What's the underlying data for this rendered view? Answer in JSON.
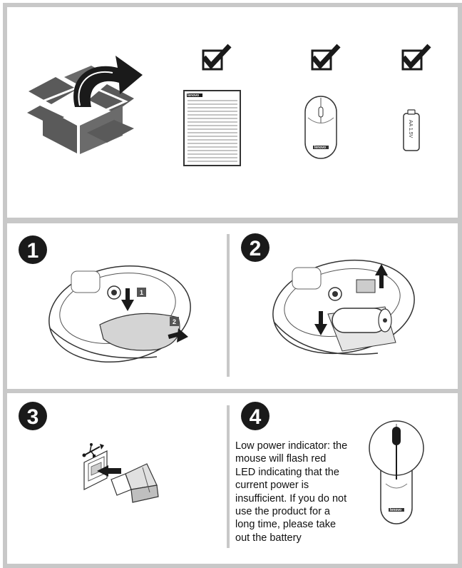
{
  "contents": {
    "items": [
      {
        "name": "manual"
      },
      {
        "name": "mouse",
        "brand": "lenovo"
      },
      {
        "name": "battery",
        "label": "AA 1.5V"
      }
    ],
    "manual_header": "lenovo"
  },
  "steps": [
    {
      "number": "1",
      "callouts": [
        "1",
        "2"
      ]
    },
    {
      "number": "2"
    },
    {
      "number": "3"
    },
    {
      "number": "4",
      "text": "Low power indicator: the\nmouse will flash red\nLED indicating that the\ncurrent power is\ninsufficient. If you do not\nuse the product for a\nlong time, please take\nout the battery",
      "brand": "lenovo"
    }
  ],
  "icons": [
    "open-box-icon",
    "checkmark-icon",
    "usb-icon",
    "arrow-icon"
  ],
  "colors": {
    "frame": "#c8c8c8",
    "ink": "#1a1a1a",
    "box_gray": "#5a5a5a"
  }
}
